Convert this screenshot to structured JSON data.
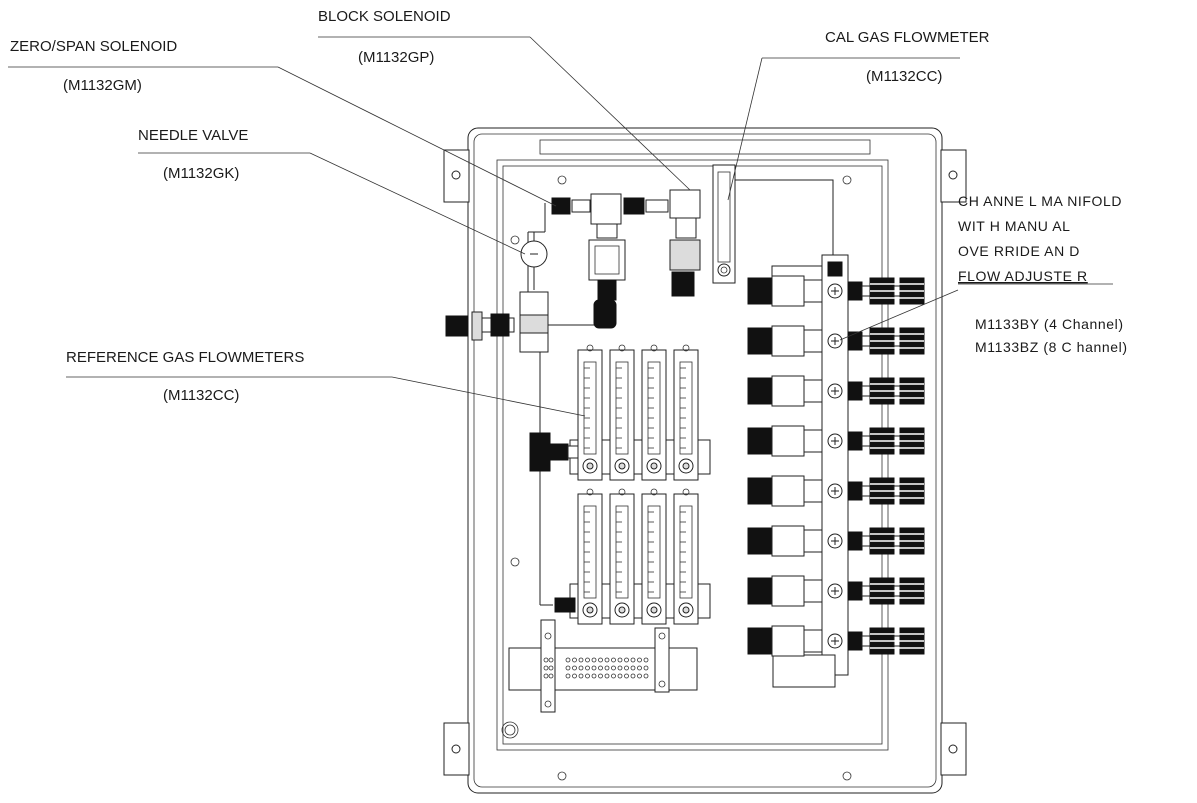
{
  "labels": {
    "block_solenoid": "BLOCK SOLENOID",
    "block_solenoid_part": "(M1132GP)",
    "zero_span_solenoid": "ZERO/SPAN SOLENOID",
    "zero_span_solenoid_part": "(M1132GM)",
    "cal_gas_flowmeter": "CAL GAS FLOWMETER",
    "cal_gas_flowmeter_part": "(M1132CC)",
    "needle_valve": "NEEDLE VALVE",
    "needle_valve_part": "(M1132GK)",
    "reference_gas_flowmeters": "REFERENCE GAS FLOWMETERS",
    "reference_gas_flowmeters_part": "(M1132CC)",
    "channel_manifold": {
      "line1": "CH ANNE L MA NIFOLD",
      "line2": "WIT H  MANU AL",
      "line3": "OVE RRIDE AN  D",
      "line4": "FLOW  ADJUSTE R"
    },
    "manifold_part_4ch": "M1133BY  (4 Channel)",
    "manifold_part_8ch": "M1133BZ  (8 C hannel)"
  }
}
